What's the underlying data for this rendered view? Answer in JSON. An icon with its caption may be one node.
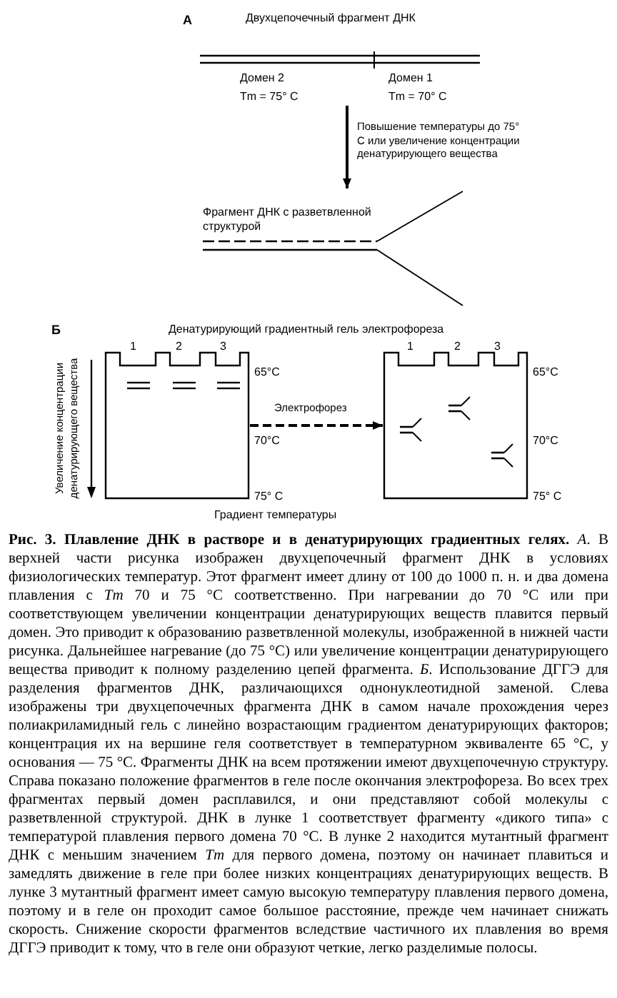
{
  "diagram": {
    "nodes": [
      {
        "text": [
          "Двухцепочечный фрагмент ДНК",
          "Домен 2",
          "Тm = 75° C",
          "Домен 1",
          "Тm = 70° C"
        ]
      },
      {
        "text": [
          "Фрагмент ДНК с разветвленной структурой"
        ]
      },
      {
        "text": [],
        "shape": "box"
      },
      {
        "text": [],
        "shape": "box"
      }
    ],
    "edges": [
      {
        "from": 0,
        "to": 1,
        "arrow": "to",
        "label": "Повышение температуры до 75° С или увеличение концентрации денатурирующего вещества"
      },
      {
        "from": 2,
        "to": 3,
        "arrow": "to",
        "label": "Электрофорез",
        "style": "dashed"
      }
    ],
    "labels": [
      "А",
      "Б",
      "Денатурирующий градиентный гель электрофореза",
      "1",
      "2",
      "3",
      "1",
      "2",
      "3",
      "65°C",
      "65°C",
      "70°C",
      "70°C",
      "75° C",
      "75° C",
      "Увеличение концентрации денатурирующего вещества",
      "Градиент температуры"
    ],
    "caption": "**Рис. 3. Плавление ДНК в растворе и в денатурирующих градиентных гелях.** *А*. В верхней части рисунка изображен двухцепочечный фрагмент ДНК в условиях физиологических температур. Этот фрагмент имеет длину от 100 до 1000 п. н. и два домена плавления с *Tm* 70 и 75 °С соответственно. При нагревании до 70 °С или при соответствующем увеличении концентрации денатурирующих веществ плавится первый домен. Это приводит к образованию разветвленной молекулы, изображенной в нижней части рисунка. Дальнейшее нагревание (до 75 °С) или увеличение концентрации денатурирующего вещества приводит к полному разделению цепей фрагмента. *Б*. Использование ДГГЭ для разделения фрагментов ДНК, различающихся однонуклеотидной заменой. Слева изображены три двухцепочечных фрагмента ДНК в самом начале прохождения через полиакриламидный гель с линейно возрастающим градиентом денатурирующих факторов; концентрация их на вершине геля соответствует в температурном эквиваленте 65 °С, у основания — 75 °С. Фрагменты ДНК на всем протяжении имеют двухцепочечную структуру. Справа показано положение фрагментов в геле после окончания электрофореза. Во всех трех фрагментах первый домен расплавился, и они представляют собой молекулы с разветвленной структурой. ДНК в лунке 1 соответствует фрагменту «дикого типа» с температурой плавления первого домена 70 °С. В лунке 2 находится мутантный фрагмент ДНК с меньшим значением *Tm* для первого домена, поэтому он начинает плавиться и замедлять движение в геле при более низких концентрациях денатурирующих веществ. В лунке 3 мутантный фрагмент имеет самую высокую температуру плавления первого домена, поэтому и в геле он проходит самое большое расстояние, прежде чем начинает снижать скорость. Снижение скорости фрагментов вследствие частичного их плавления во время ДГГЭ приводит к тому, что в геле они образуют четкие, легко разделимые полосы."
  }
}
